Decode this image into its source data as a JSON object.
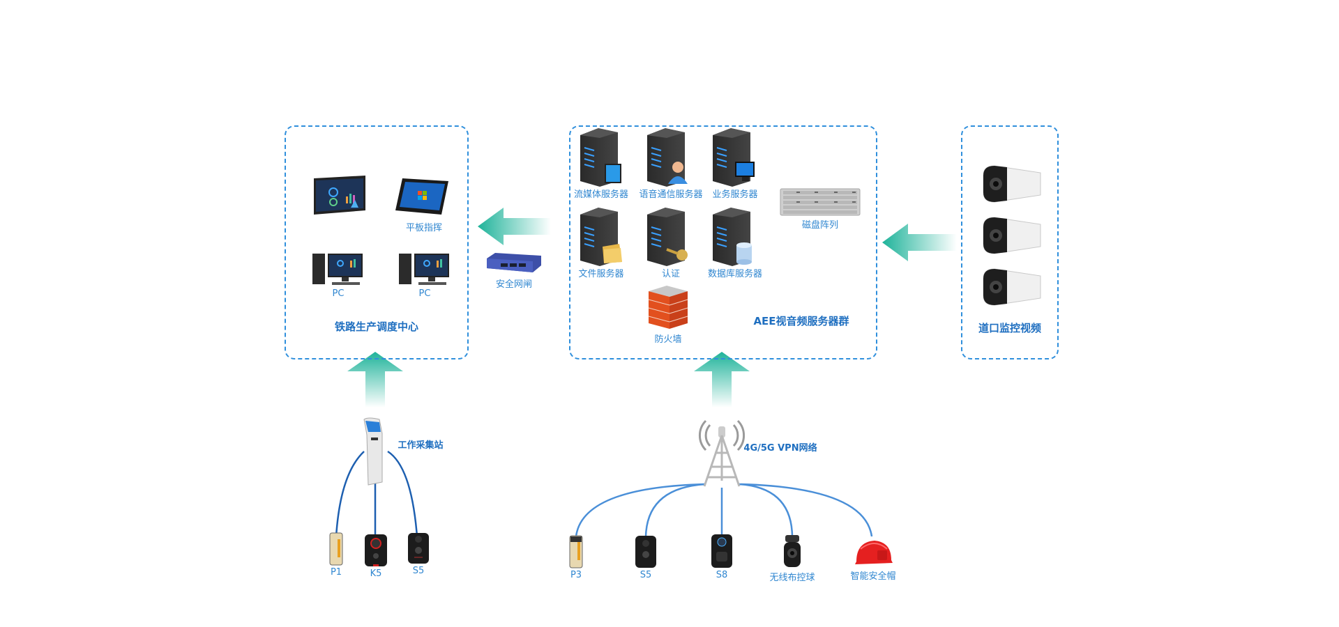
{
  "diagram": {
    "groups": {
      "dispatch_center": {
        "title": "铁路生产调度中心",
        "devices": [
          {
            "icon": "display-wall-icon",
            "label": ""
          },
          {
            "icon": "tablet-icon",
            "label": "平板指挥"
          },
          {
            "icon": "pc-icon",
            "label": "PC"
          },
          {
            "icon": "pc-icon",
            "label": "PC"
          }
        ]
      },
      "server_cluster": {
        "title": "AEE视音频服务器群",
        "servers": [
          {
            "icon": "streaming-server-icon",
            "label": "流媒体服务器"
          },
          {
            "icon": "voice-server-icon",
            "label": "语音通信服务器"
          },
          {
            "icon": "business-server-icon",
            "label": "业务服务器"
          },
          {
            "icon": "file-server-icon",
            "label": "文件服务器"
          },
          {
            "icon": "auth-server-icon",
            "label": "认证"
          },
          {
            "icon": "database-server-icon",
            "label": "数据库服务器"
          }
        ],
        "disk_array": {
          "icon": "disk-array-icon",
          "label": "磁盘阵列"
        },
        "firewall": {
          "icon": "firewall-icon",
          "label": "防火墙"
        }
      },
      "crossing_video": {
        "title": "道口监控视频",
        "cameras": 3
      }
    },
    "gateway": {
      "icon": "switch-icon",
      "label": "安全网闸"
    },
    "workstation": {
      "icon": "kiosk-icon",
      "label": "工作采集站",
      "devices": [
        {
          "icon": "body-camera-icon",
          "label": "P1"
        },
        {
          "icon": "body-camera-icon",
          "label": "K5"
        },
        {
          "icon": "body-camera-icon",
          "label": "S5"
        }
      ]
    },
    "network": {
      "icon": "cell-tower-icon",
      "label": "4G/5G VPN网络",
      "devices": [
        {
          "icon": "body-camera-icon",
          "label": "P3"
        },
        {
          "icon": "body-camera-icon",
          "label": "S5"
        },
        {
          "icon": "body-camera-icon",
          "label": "S8"
        },
        {
          "icon": "ptz-camera-icon",
          "label": "无线布控球"
        },
        {
          "icon": "smart-helmet-icon",
          "label": "智能安全帽"
        }
      ]
    },
    "colors": {
      "border": "#2f8fdc",
      "label": "#2f86d0",
      "arrow": "#1fb39a",
      "link": "#2a74c8"
    }
  }
}
